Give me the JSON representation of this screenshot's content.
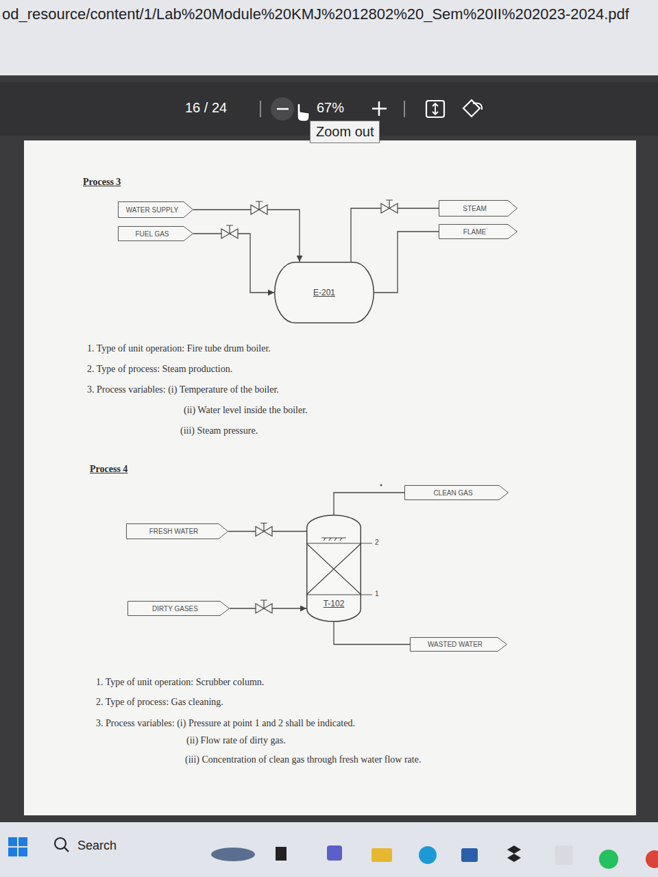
{
  "diagram": {
    "nodes": [
      {
        "text": [
          "WATER SUPPLY"
        ]
      },
      {
        "text": [
          "STEAM"
        ]
      },
      {
        "text": [
          "FUEL GAS"
        ]
      },
      {
        "text": [
          "FLAME"
        ]
      },
      {
        "text": [
          "E-201"
        ]
      },
      {
        "text": [
          "CLEAN GAS"
        ]
      },
      {
        "text": [
          "FRESH WATER"
        ]
      },
      {
        "text": [
          "DIRTY GASES"
        ]
      },
      {
        "text": [
          "T-102"
        ]
      },
      {
        "text": [
          "WASTED WATER"
        ]
      }
    ],
    "edges": [
      {
        "from": 0,
        "to": 4,
        "arrow": "to"
      },
      {
        "from": 2,
        "to": 4,
        "arrow": "to"
      },
      {
        "from": 4,
        "to": 1,
        "arrow": "none"
      },
      {
        "from": 4,
        "to": 3,
        "arrow": "none"
      },
      {
        "from": 6,
        "to": 8,
        "arrow": "none"
      },
      {
        "from": 7,
        "to": 8,
        "arrow": "to"
      },
      {
        "from": 8,
        "to": 5,
        "arrow": "none"
      },
      {
        "from": 8,
        "to": 9,
        "arrow": "none"
      }
    ],
    "labels": [
      "od_resource/content/1/Lab%20Module%20KMJ%2012802%20_Sem%20II%202023-2024.pdf",
      "16 / 24",
      "67%",
      "Zoom out",
      "Process 3",
      "1. Type of unit operation: Fire tube drum boiler.",
      "2. Type of process: Steam production.",
      "3. Process variables: (i) Temperature of the boiler.",
      "(ii) Water level inside the boiler.",
      "(iii) Steam pressure.",
      "Process 4",
      "2",
      "1",
      "1. Type of unit operation: Scrubber column.",
      "2. Type of process: Gas cleaning.",
      "3. Process variables: (i) Pressure at point 1 and 2 shall be indicated.",
      "(ii) Flow rate of dirty gas.",
      "(iii) Concentration of clean gas through fresh water flow rate.",
      "Search"
    ]
  }
}
